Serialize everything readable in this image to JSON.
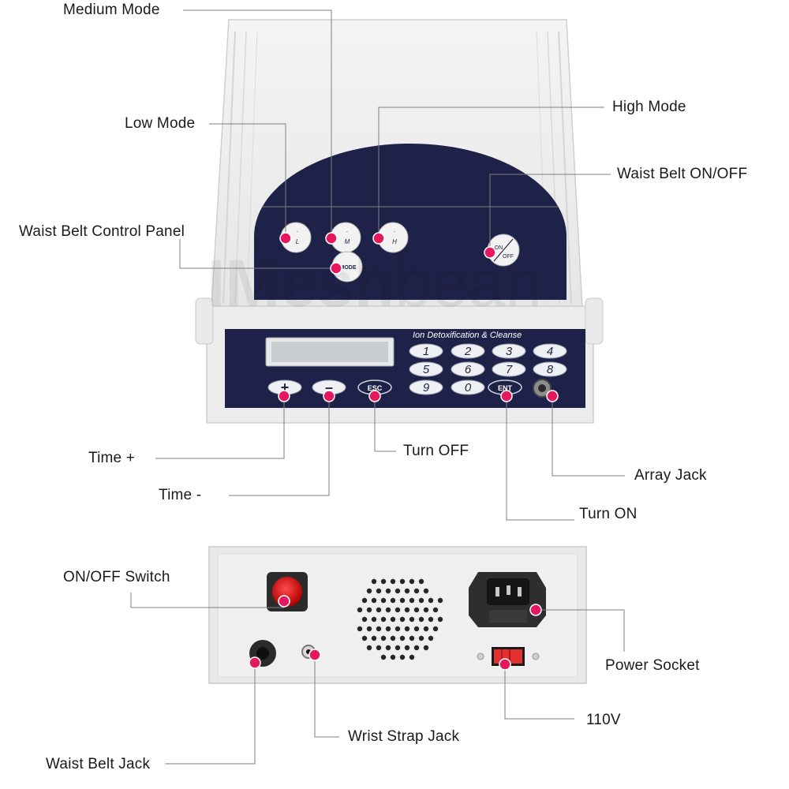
{
  "labels": {
    "medium_mode": "Medium Mode",
    "low_mode": "Low Mode",
    "high_mode": "High Mode",
    "waist_belt_onoff": "Waist Belt ON/OFF",
    "waist_belt_control_panel": "Waist Belt Control Panel",
    "time_plus": "Time +",
    "time_minus": "Time -",
    "turn_off": "Turn OFF",
    "array_jack": "Array Jack",
    "turn_on": "Turn ON",
    "onoff_switch": "ON/OFF Switch",
    "power_socket": "Power Socket",
    "voltage": "110V",
    "wrist_strap_jack": "Wrist Strap Jack",
    "waist_belt_jack": "Waist Belt Jack"
  },
  "device": {
    "panel_title": "Ion Detoxification & Cleanse",
    "watermark_bold": "IMesh",
    "watermark_light": "bean",
    "keypad_digits": [
      "1",
      "2",
      "3",
      "4",
      "5",
      "6",
      "7",
      "8",
      "9",
      "0"
    ],
    "key_esc": "ESC",
    "key_ent": "ENT",
    "key_plus": "+",
    "key_minus": "–",
    "mode_button": "MODE",
    "btn_low": "L",
    "btn_medium": "M",
    "btn_high": "H",
    "onoff_on": "ON",
    "onoff_off": "OFF"
  },
  "colors": {
    "marker": "#e5185f",
    "panel_navy": "#1f2248",
    "device_body": "#efefef"
  }
}
